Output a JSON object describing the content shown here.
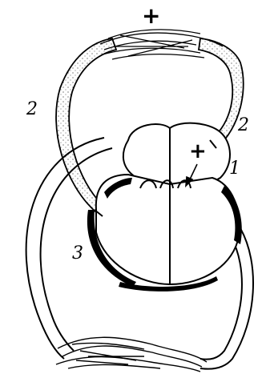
{
  "labels": {
    "top_plus": "+",
    "inner_plus": "+",
    "vessel_left": "2",
    "vessel_right": "2",
    "region_1": "1",
    "region_3": "3"
  },
  "colors": {
    "ink": "#000000",
    "paper": "#ffffff",
    "stipple": "#333333"
  }
}
